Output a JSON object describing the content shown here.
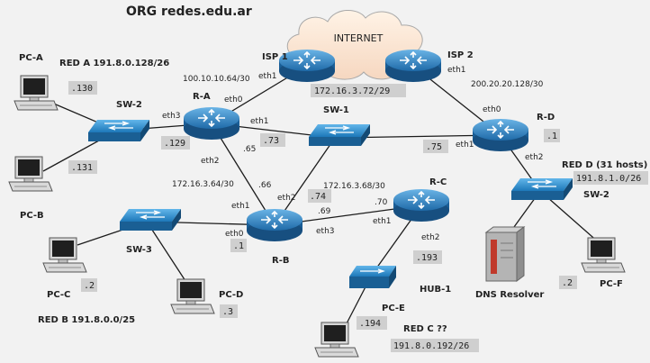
{
  "title": "ORG redes.edu.ar",
  "cloud_label": "INTERNET",
  "devices": {
    "isp1": "ISP 1",
    "isp2": "ISP 2",
    "ra": "R-A",
    "rb": "R-B",
    "rc": "R-C",
    "rd": "R-D",
    "sw1": "SW-1",
    "sw2a": "SW-2",
    "sw2d": "SW-2",
    "sw3": "SW-3",
    "hub1": "HUB-1",
    "dns": "DNS Resolver",
    "pca": "PC-A",
    "pcb": "PC-B",
    "pcc": "PC-C",
    "pcd": "PC-D",
    "pce": "PC-E",
    "pcf": "PC-F"
  },
  "networks": {
    "reda": "RED A  191.8.0.128/26",
    "redb": "RED B  191.8.0.0/25",
    "redc": "RED C  ??",
    "redc_addr": "191.8.0.192/26",
    "redd": "RED D (31 hosts)",
    "redd_addr": "191.8.1.0/26",
    "net_isp1": "100.10.10.64/30",
    "net_isp2": "200.20.20.128/30",
    "net_isp_lan": "172.16.3.72/29",
    "net_ab": "172.16.3.64/30",
    "net_bc": "172.16.3.68/30"
  },
  "interfaces": {
    "isp1_eth1": "eth1",
    "isp2_eth1": "eth1",
    "ra_eth0": "eth0",
    "ra_eth1": "eth1",
    "ra_eth2": "eth2",
    "ra_eth3": "eth3",
    "rb_eth0": "eth0",
    "rb_eth1": "eth1",
    "rb_eth2": "eth2",
    "rb_eth3": "eth3",
    "rc_eth1": "eth1",
    "rc_eth2": "eth2",
    "rd_eth0": "eth0",
    "rd_eth1": "eth1",
    "rd_eth2": "eth2"
  },
  "hosts": {
    "a130": ".130",
    "a131": ".131",
    "a129": ".129",
    "a73": ".73",
    "a75": ".75",
    "a65": ".65",
    "a66": ".66",
    "a74": ".74",
    "a69": ".69",
    "a70": ".70",
    "b1": ".1",
    "d1": ".1",
    "c193": ".193",
    "c194": ".194",
    "pcc2": ".2",
    "pcd3": ".3",
    "pcf2": ".2"
  }
}
